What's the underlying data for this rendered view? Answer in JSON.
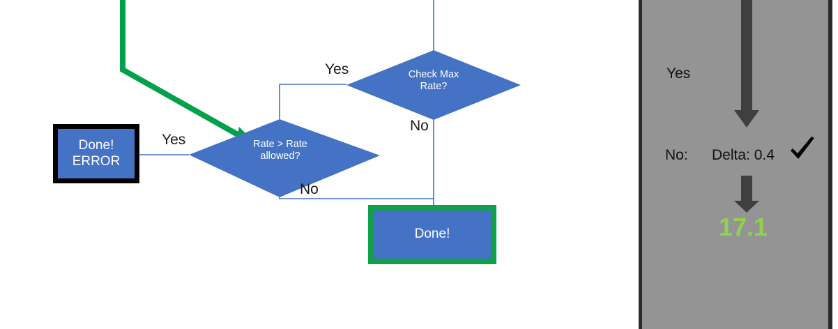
{
  "flowchart": {
    "nodes": {
      "error_box": {
        "label": "Done!\nERROR",
        "fill": "#4472C4",
        "border": "#000000"
      },
      "done_box": {
        "label": "Done!",
        "fill": "#4472C4",
        "border": "#10A04A"
      },
      "check_max_diamond": {
        "label": "Check Max\nRate?",
        "fill": "#4472C4"
      },
      "rate_gt_diamond": {
        "label": "Rate > Rate\nallowed?",
        "fill": "#4472C4"
      }
    },
    "edge_labels": {
      "yes_to_error": "Yes",
      "yes_from_check_max": "Yes",
      "no_from_check_max": "No",
      "no_from_rate_gt": "No"
    },
    "colors": {
      "node_fill": "#4472C4",
      "connector": "#4472C4",
      "highlight_green": "#00A14B",
      "done_border_green": "#10A04A",
      "error_border": "#000000"
    }
  },
  "panel": {
    "background": "#949494",
    "border": "#2b2b2b",
    "yes_label": "Yes",
    "no_label": "No:",
    "delta_label": "Delta: 0.4",
    "value": "17.1",
    "value_color": "#92D050",
    "arrow_color": "#3f3f3f",
    "check_icon": "check-mark"
  }
}
